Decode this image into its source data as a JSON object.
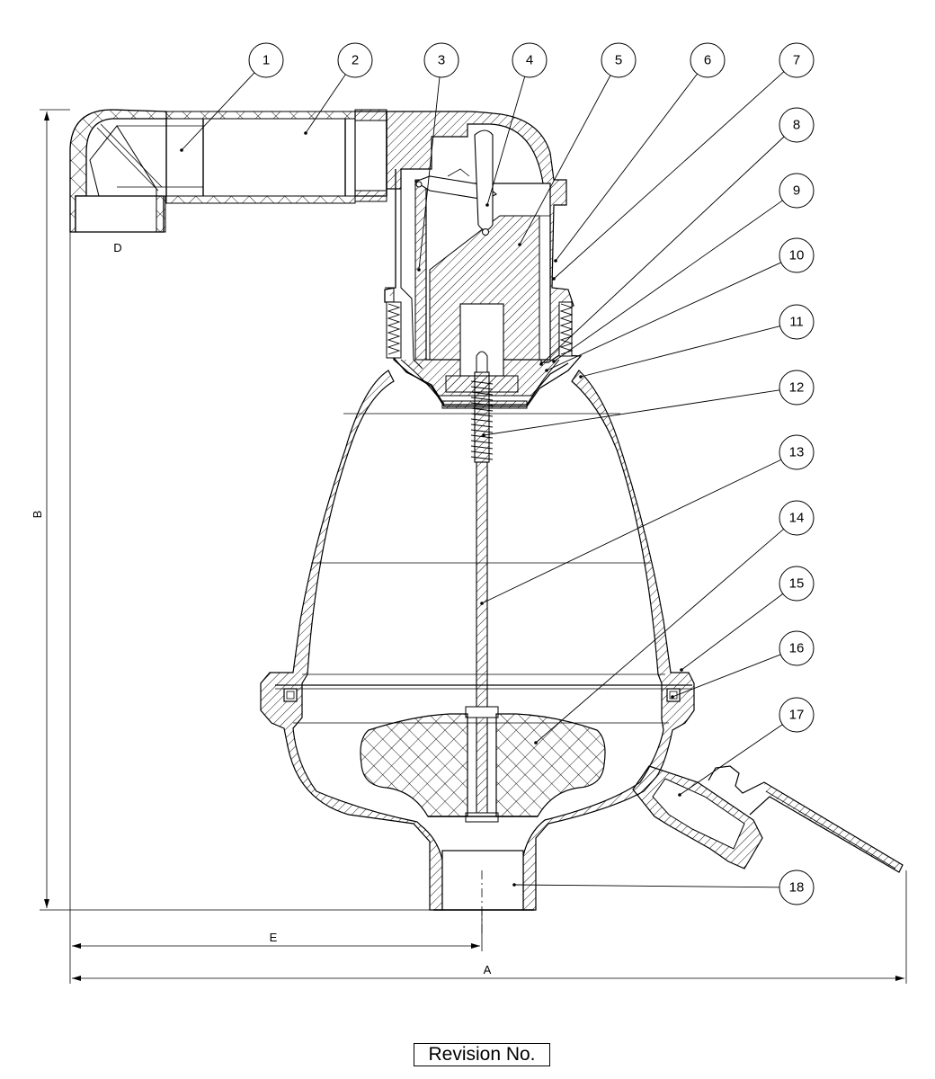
{
  "callouts": [
    "1",
    "2",
    "3",
    "4",
    "5",
    "6",
    "7",
    "8",
    "9",
    "10",
    "11",
    "12",
    "13",
    "14",
    "15",
    "16",
    "17",
    "18"
  ],
  "dimensions": {
    "a": "A",
    "b": "B",
    "d": "D",
    "e": "E"
  },
  "revision_label": "Revision No."
}
